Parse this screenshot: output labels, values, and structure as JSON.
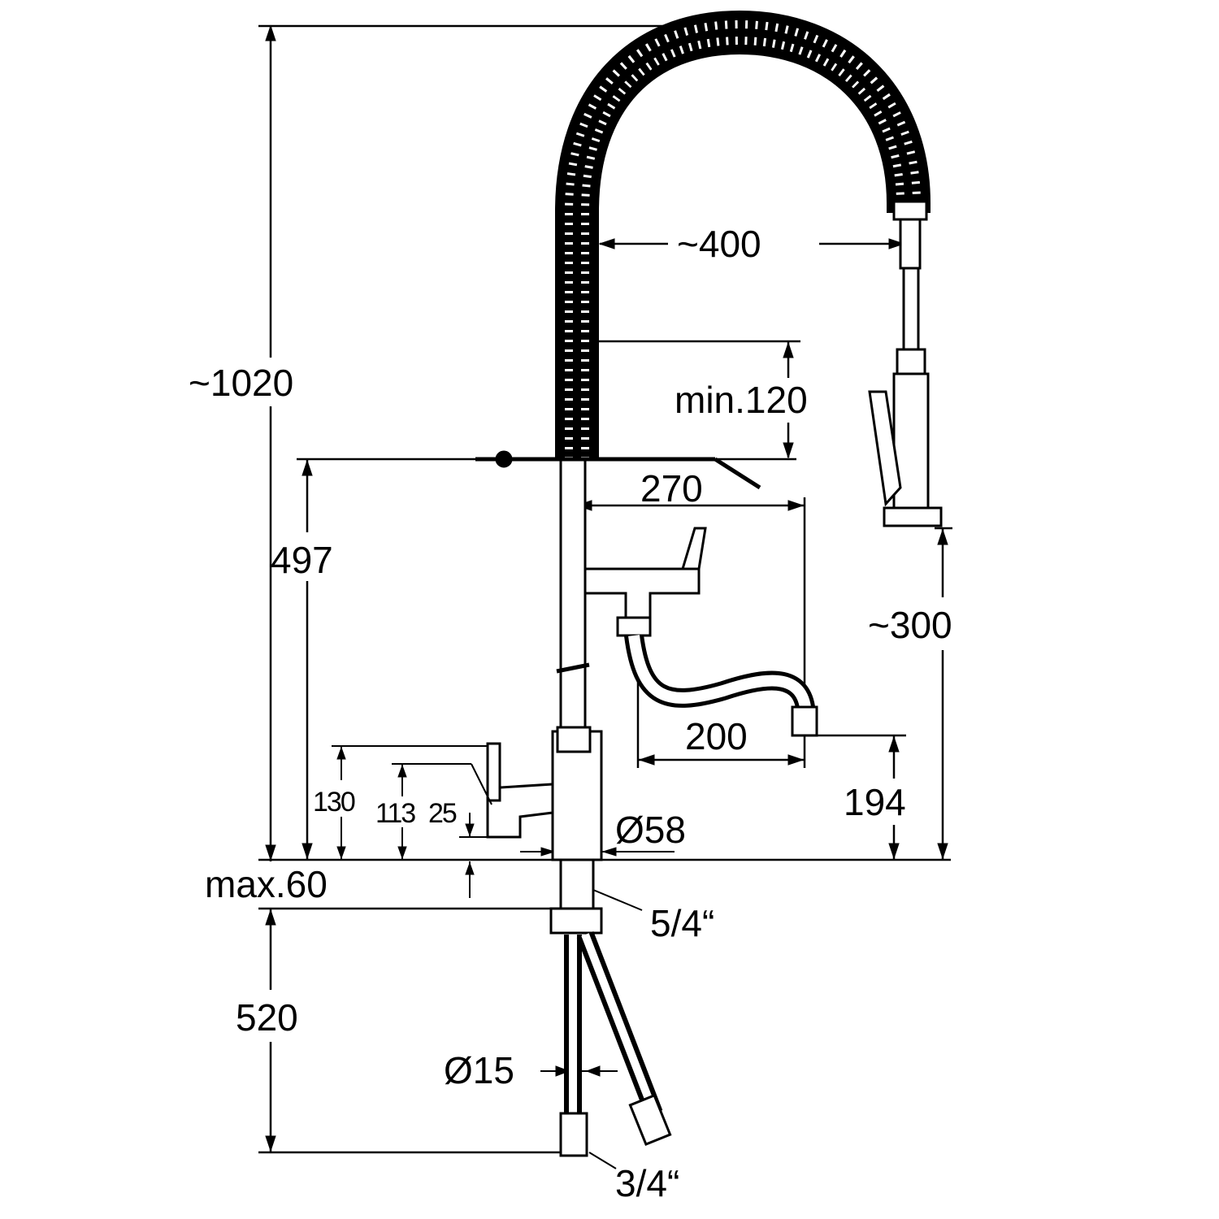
{
  "dimensions": {
    "height_total": "~1020",
    "hose_reach": "~400",
    "min_clearance": "min.120",
    "spout_height": "497",
    "spout_reach": "270",
    "spray_height": "~300",
    "aux_reach": "200",
    "aux_height": "194",
    "lever_130": "130",
    "lever_113": "113",
    "lever_25": "25",
    "body_diameter": "Ø58",
    "deck_thickness": "max.60",
    "thread_main": "5/4“",
    "supply_length": "520",
    "hose_diameter": "Ø15",
    "thread_supply": "3/4“"
  }
}
